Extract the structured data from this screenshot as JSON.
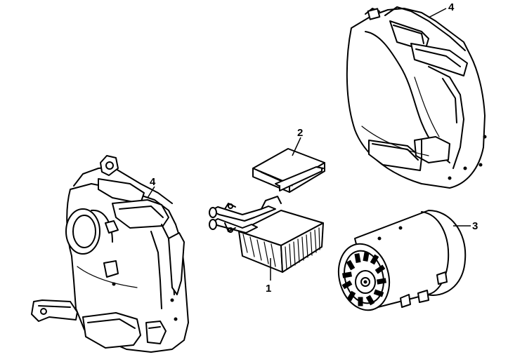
{
  "diagram": {
    "callouts": [
      {
        "id": "heater-core",
        "label": "1"
      },
      {
        "id": "air-filter",
        "label": "2"
      },
      {
        "id": "blower-motor",
        "label": "3"
      },
      {
        "id": "housing-upper-right",
        "label": "4"
      },
      {
        "id": "housing-left",
        "label": "4"
      }
    ]
  },
  "colors": {
    "line": "#000000",
    "background": "#ffffff"
  }
}
